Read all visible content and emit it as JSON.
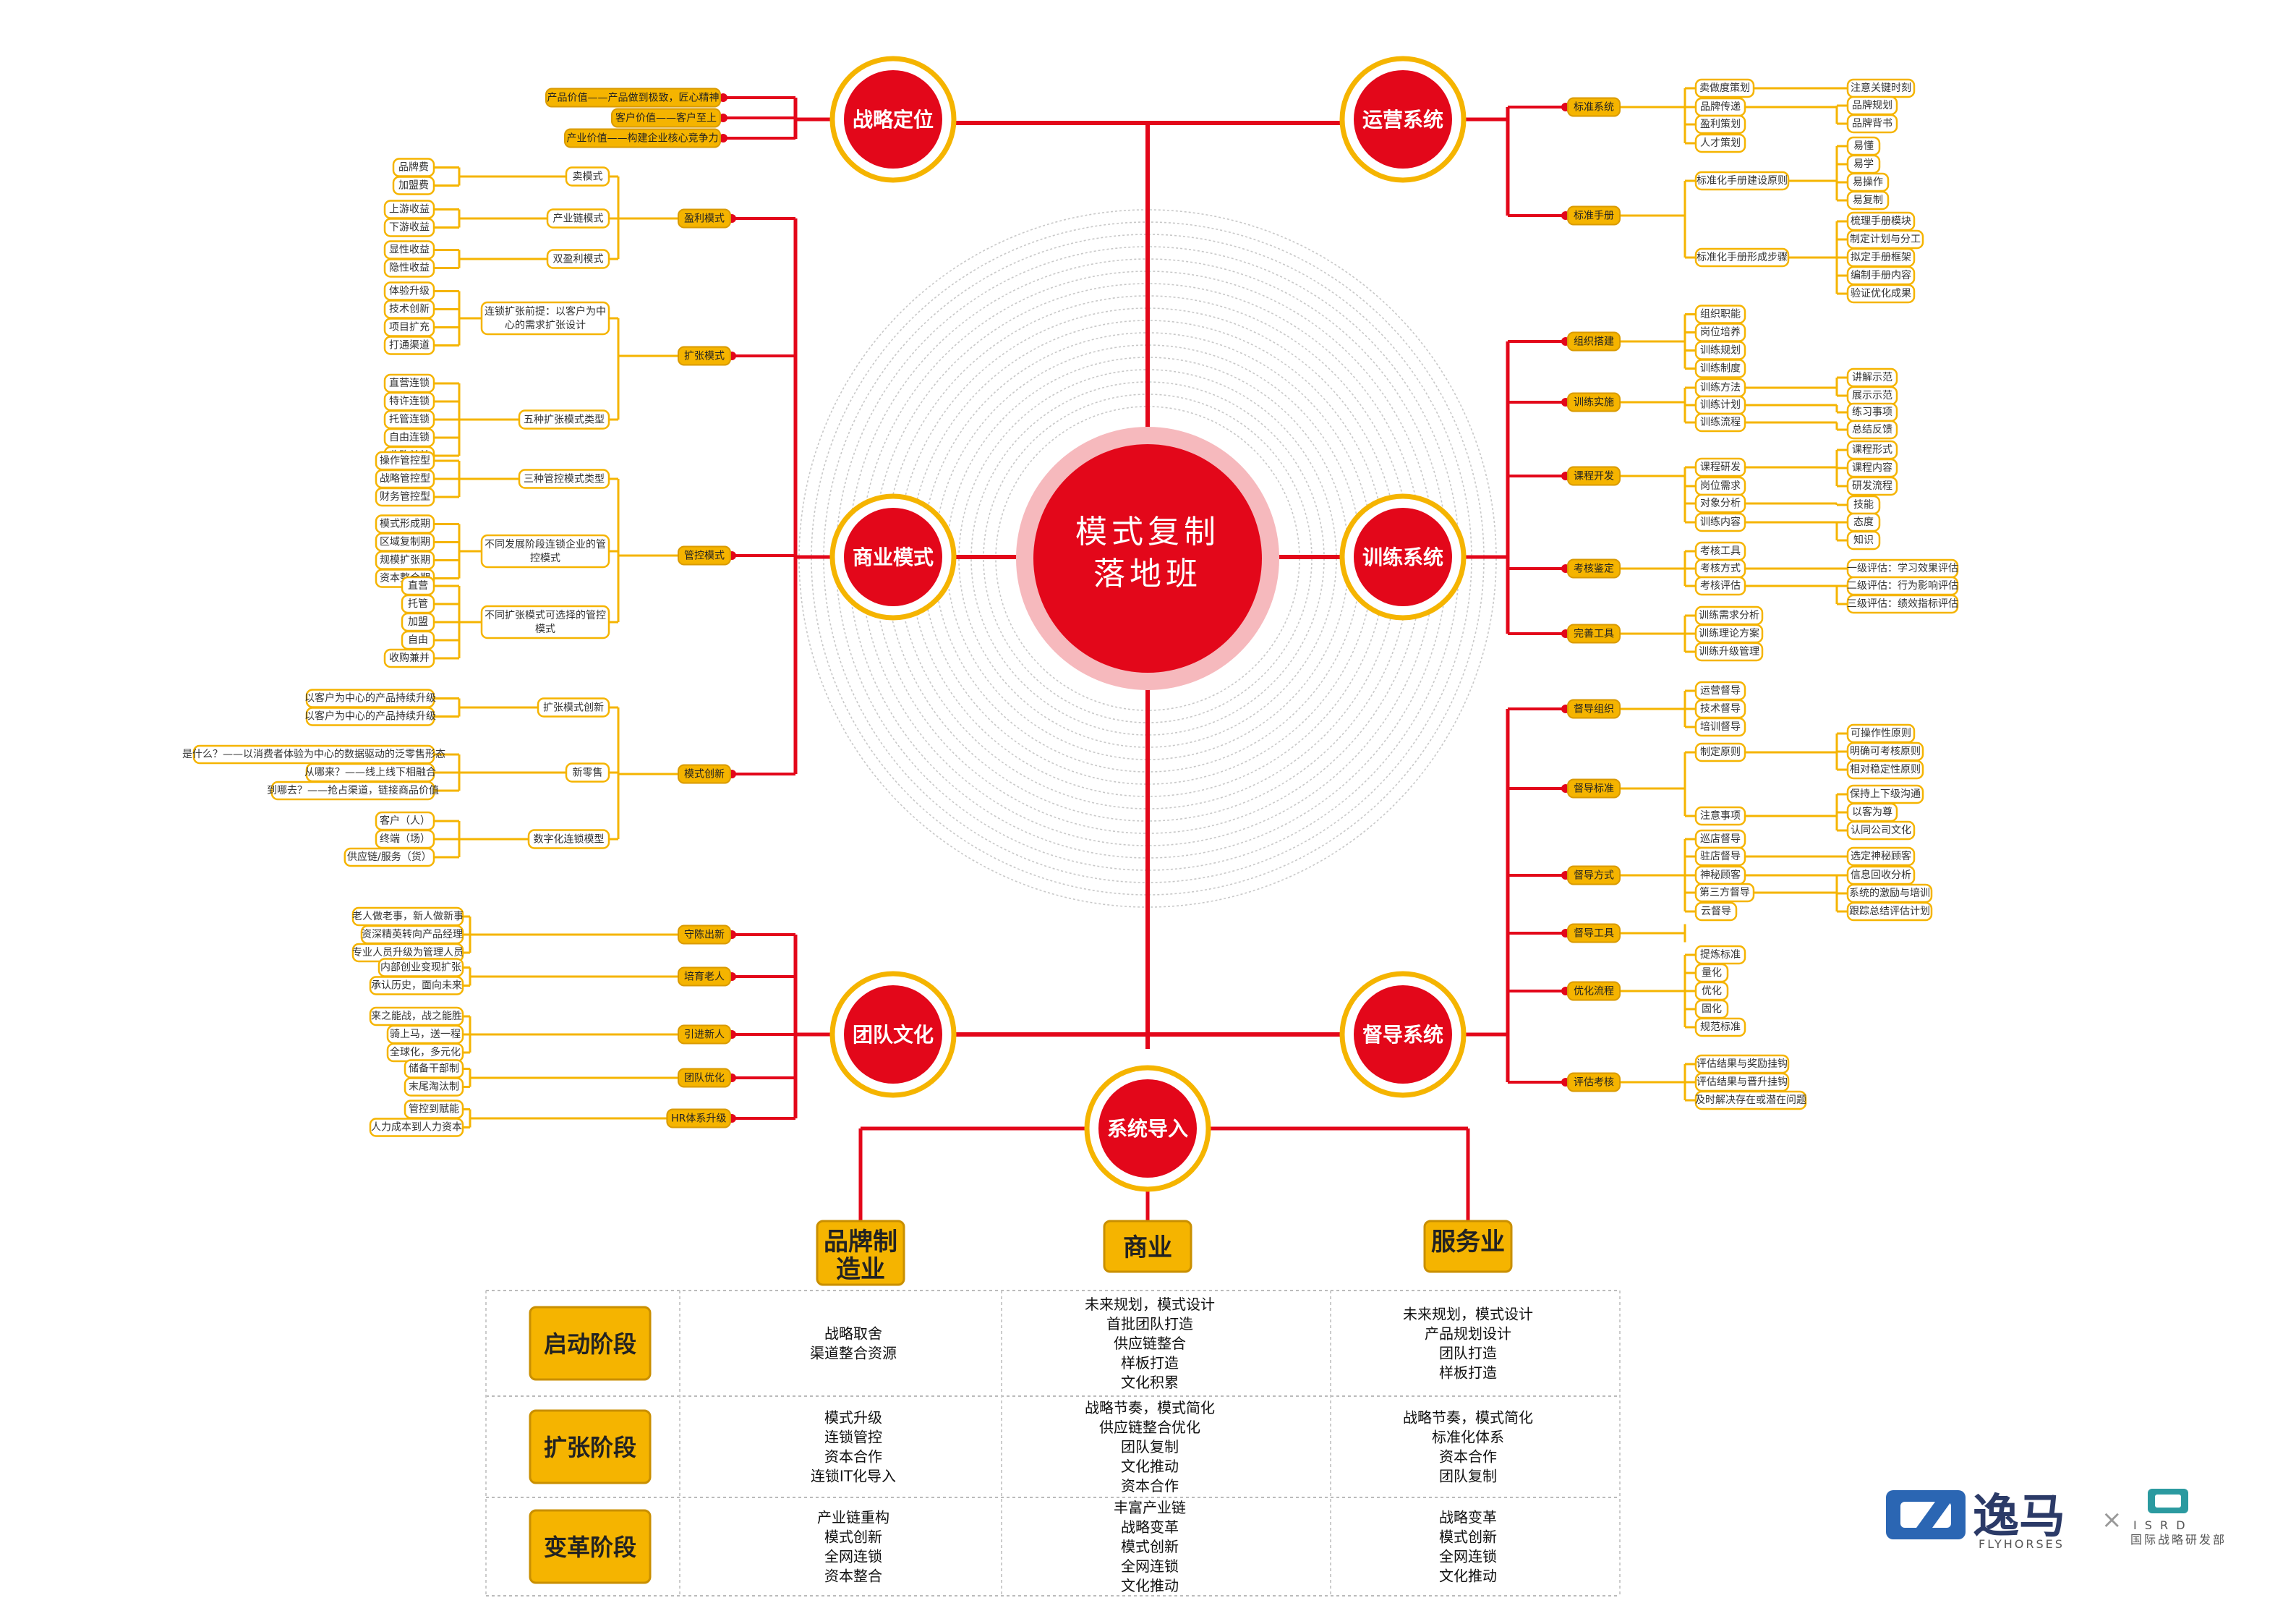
{
  "center": {
    "line1": "模式复制",
    "line2": "落地班"
  },
  "colors": {
    "red": "#e3071a",
    "gold": "#f5b400"
  },
  "hubs": {
    "strategy": "战略定位",
    "operation": "运营系统",
    "business": "商业模式",
    "training": "训练系统",
    "team": "团队文化",
    "supervision": "督导系统",
    "import": "系统导入"
  },
  "strategy_items": [
    "产品价值——产品做到极致，匠心精神",
    "客户价值——客户至上",
    "产业价值——构建企业核心竞争力"
  ],
  "business": {
    "profit": {
      "label": "盈利模式",
      "groups": [
        {
          "label": "卖模式",
          "leaves": [
            "品牌费",
            "加盟费"
          ]
        },
        {
          "label": "产业链模式",
          "leaves": [
            "上游收益",
            "下游收益"
          ]
        },
        {
          "label": "双盈利模式",
          "leaves": [
            "显性收益",
            "隐性收益"
          ]
        }
      ]
    },
    "expand": {
      "label": "扩张模式",
      "groups": [
        {
          "label": "连锁扩张前提：以客户为中心的需求扩张设计",
          "leaves": [
            "体验升级",
            "技术创新",
            "项目扩充",
            "打通渠道"
          ]
        },
        {
          "label": "五种扩张模式类型",
          "leaves": [
            "直营连锁",
            "特许连锁",
            "托管连锁",
            "自由连锁",
            "收购兼并"
          ]
        }
      ]
    },
    "control": {
      "label": "管控模式",
      "groups": [
        {
          "label": "三种管控模式类型",
          "leaves": [
            "操作管控型",
            "战略管控型",
            "财务管控型"
          ]
        },
        {
          "label": "不同发展阶段连锁企业的管控模式",
          "leaves": [
            "模式形成期",
            "区域复制期",
            "规模扩张期",
            "资本整合期"
          ]
        },
        {
          "label": "不同扩张模式可选择的管控模式",
          "leaves": [
            "直营",
            "托管",
            "加盟",
            "自由",
            "收购兼并"
          ]
        }
      ]
    },
    "innovation": {
      "label": "模式创新",
      "groups": [
        {
          "label": "扩张模式创新",
          "leaves": [
            "以客户为中心的产品持续升级",
            "以客户为中心的产品持续升级"
          ]
        },
        {
          "label": "新零售",
          "leaves": [
            "是什么？——以消费者体验为中心的数据驱动的泛零售形态",
            "从哪来？——线上线下相融合",
            "到哪去？——抢占渠道，链接商品价值"
          ]
        },
        {
          "label": "数字化连锁模型",
          "leaves": [
            "客户（人）",
            "终端（场）",
            "供应链/服务（货）"
          ]
        }
      ]
    }
  },
  "operation": {
    "standard": {
      "label": "标准系统",
      "groups": [
        {
          "label": "卖做度策划",
          "leaves": [
            "注意关键时刻"
          ]
        },
        {
          "label": "品牌传递",
          "leaves": [
            "品牌规划",
            "品牌背书"
          ]
        },
        {
          "label": "盈利策划",
          "leaves": []
        },
        {
          "label": "人才策划",
          "leaves": []
        }
      ]
    },
    "manual": {
      "label": "标准手册",
      "groups": [
        {
          "label": "标准化手册建设原则",
          "leaves": [
            "易懂",
            "易学",
            "易操作",
            "易复制"
          ]
        },
        {
          "label": "标准化手册形成步骤",
          "leaves": [
            "梳理手册模块",
            "制定计划与分工",
            "拟定手册框架",
            "编制手册内容",
            "验证优化成果"
          ]
        }
      ]
    }
  },
  "training": {
    "build": {
      "label": "组织搭建",
      "leaves": [
        "组织职能",
        "岗位培养",
        "训练规划",
        "训练制度"
      ]
    },
    "implement": {
      "label": "训练实施",
      "groups": [
        {
          "label": "训练方法",
          "leaves": [
            "讲解示范",
            "展示示范"
          ]
        },
        {
          "label": "训练计划",
          "leaves": [
            "练习事项"
          ]
        },
        {
          "label": "训练流程",
          "leaves": [
            "总结反馈"
          ]
        }
      ]
    },
    "course": {
      "label": "课程开发",
      "groups": [
        {
          "label": "课程研发",
          "leaves": [
            "课程形式",
            "课程内容",
            "研发流程"
          ]
        },
        {
          "label": "岗位需求",
          "leaves": []
        },
        {
          "label": "对象分析",
          "leaves": [
            "技能"
          ]
        },
        {
          "label": "训练内容",
          "leaves": [
            "态度",
            "知识"
          ]
        }
      ]
    },
    "assess": {
      "label": "考核鉴定",
      "groups": [
        {
          "label": "考核工具",
          "leaves": []
        },
        {
          "label": "考核方式",
          "leaves": [
            "一级评估：学习效果评估"
          ]
        },
        {
          "label": "考核评估",
          "leaves": [
            "二级评估：行为影响评估",
            "三级评估：绩效指标评估"
          ]
        }
      ]
    },
    "tools": {
      "label": "完善工具",
      "leaves": [
        "训练需求分析",
        "训练理论方案",
        "训练升级管理"
      ]
    }
  },
  "team": {
    "items": [
      {
        "label": "守陈出新",
        "leaves": [
          "老人做老事，新人做新事",
          "资深精英转向产品经理",
          "专业人员升级为管理人员"
        ]
      },
      {
        "label": "培育老人",
        "leaves": [
          "内部创业变现扩张",
          "承认历史，面向未来"
        ]
      },
      {
        "label": "引进新人",
        "leaves": [
          "来之能战，战之能胜",
          "骑上马，送一程",
          "全球化，多元化"
        ]
      },
      {
        "label": "团队优化",
        "leaves": [
          "储备干部制",
          "末尾淘汰制"
        ]
      },
      {
        "label": "HR体系升级",
        "leaves": [
          "管控到赋能",
          "人力成本到人力资本"
        ]
      }
    ]
  },
  "supervision": {
    "org": {
      "label": "督导组织",
      "leaves": [
        "运营督导",
        "技术督导",
        "培训督导"
      ]
    },
    "standard": {
      "label": "督导标准",
      "groups": [
        {
          "label": "制定原则",
          "leaves": [
            "可操作性原则",
            "明确可考核原则",
            "相对稳定性原则"
          ]
        },
        {
          "label": "注意事项",
          "leaves": [
            "保持上下级沟通",
            "以客为尊",
            "认同公司文化"
          ]
        }
      ]
    },
    "method": {
      "label": "督导方式",
      "groups": [
        {
          "label": "巡店督导",
          "leaves": []
        },
        {
          "label": "驻店督导",
          "leaves": [
            "选定神秘顾客"
          ]
        },
        {
          "label": "神秘顾客",
          "leaves": [
            "信息回收分析",
            "系统的激励与培训"
          ]
        },
        {
          "label": "第三方督导",
          "leaves": [
            "跟踪总结评估计划"
          ]
        },
        {
          "label": "云督导",
          "leaves": []
        }
      ]
    },
    "tools": {
      "label": "督导工具",
      "leaves": []
    },
    "optimize": {
      "label": "优化流程",
      "leaves": [
        "提炼标准",
        "量化",
        "优化",
        "固化",
        "规范标准"
      ]
    },
    "evaluate": {
      "label": "评估考核",
      "leaves": [
        "评估结果与奖励挂钩",
        "评估结果与晋升挂钩",
        "及时解决存在或潜在问题"
      ]
    }
  },
  "industries": [
    "品牌制造业",
    "商业",
    "服务业"
  ],
  "stages": [
    {
      "label": "启动阶段",
      "cols": [
        [
          "战略取舍",
          "渠道整合资源"
        ],
        [
          "未来规划，模式设计",
          "首批团队打造",
          "供应链整合",
          "样板打造",
          "文化积累"
        ],
        [
          "未来规划，模式设计",
          "产品规划设计",
          "团队打造",
          "样板打造"
        ]
      ]
    },
    {
      "label": "扩张阶段",
      "cols": [
        [
          "模式升级",
          "连锁管控",
          "资本合作",
          "连锁IT化导入"
        ],
        [
          "战略节奏，模式简化",
          "供应链整合优化",
          "团队复制",
          "文化推动",
          "资本合作"
        ],
        [
          "战略节奏，模式简化",
          "标准化体系",
          "资本合作",
          "团队复制"
        ]
      ]
    },
    {
      "label": "变革阶段",
      "cols": [
        [
          "产业链重构",
          "模式创新",
          "全网连锁",
          "资本整合"
        ],
        [
          "丰富产业链",
          "战略变革",
          "模式创新",
          "全网连锁",
          "文化推动"
        ],
        [
          "战略变革",
          "模式创新",
          "全网连锁",
          "文化推动"
        ]
      ]
    }
  ],
  "logo": {
    "main": "逸马",
    "sub": "FLYHORSES",
    "cross": "×",
    "partner_top": "I S R D",
    "partner_bottom": "国际战略研发部"
  }
}
